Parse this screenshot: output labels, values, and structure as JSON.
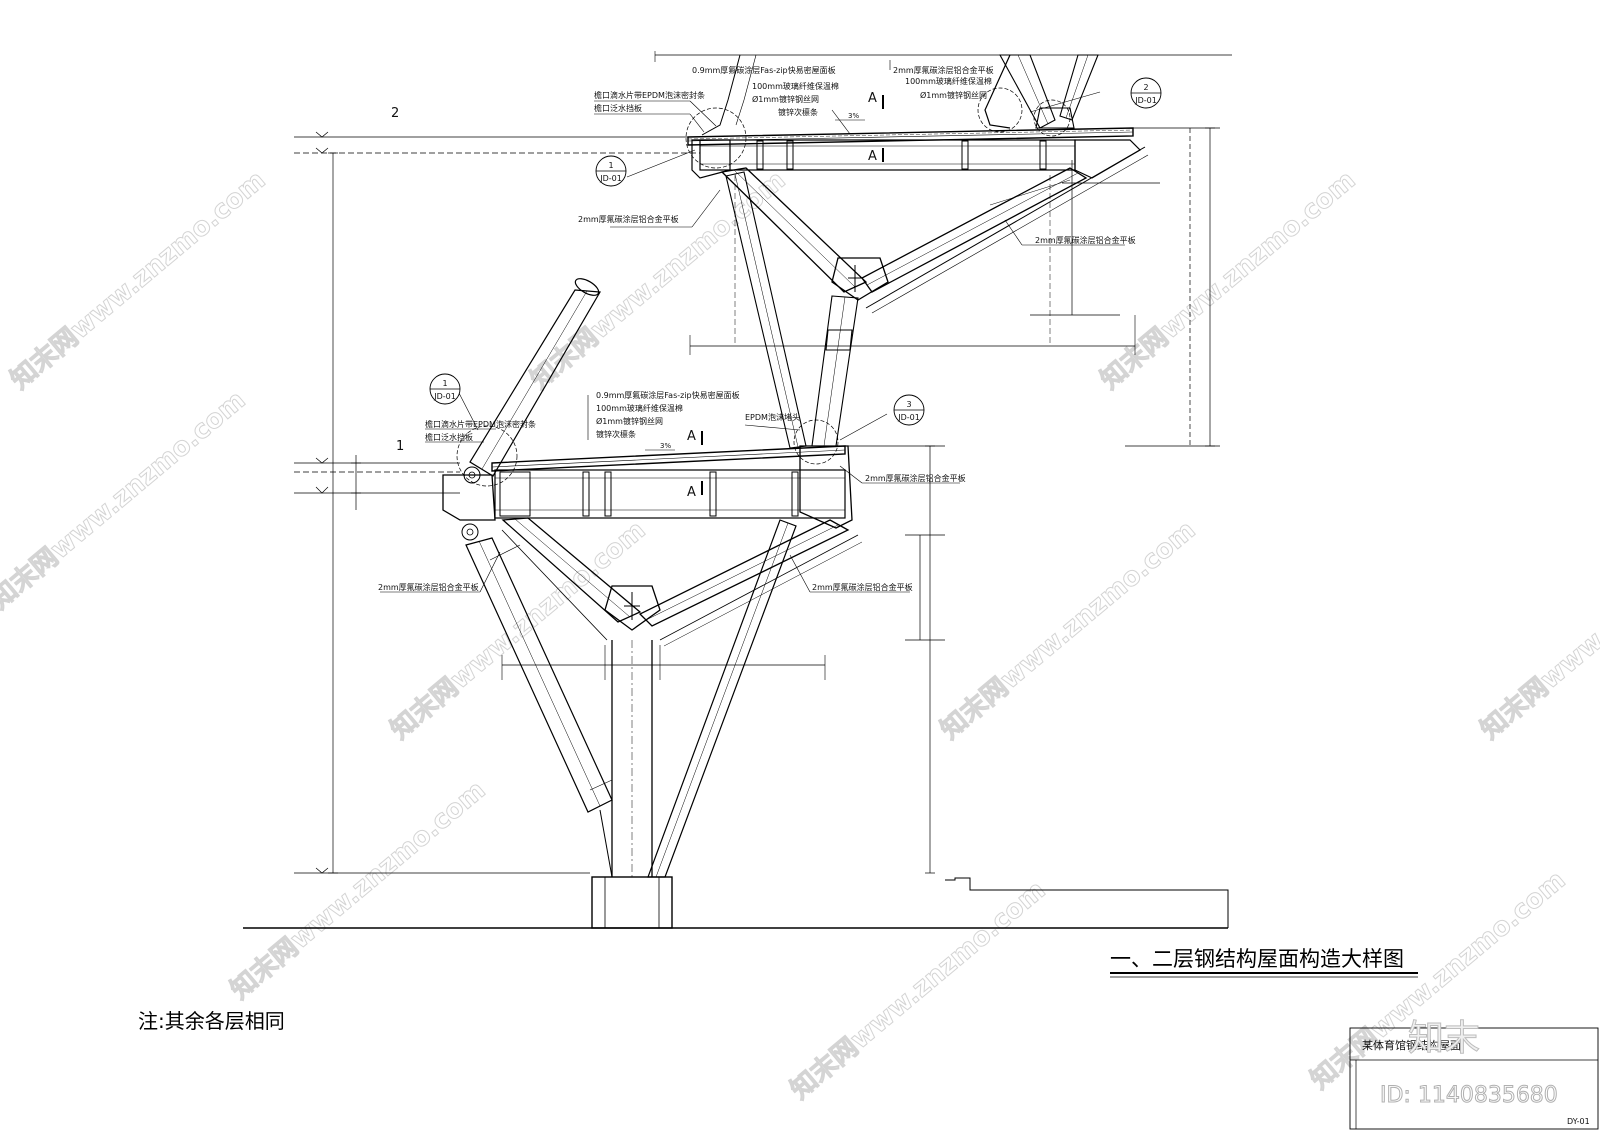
{
  "title": "一、二层钢结构屋面构造大样图",
  "note": "注:其余各层相同",
  "level_marks": {
    "upper": "2",
    "lower": "1"
  },
  "section_letter": "A",
  "slope": "3%",
  "upper_layers": [
    "0.9mm厚氟碳涂层Fas-zip快易密屋面板",
    "100mm玻璃纤维保温棉",
    "Ø1mm镀锌钢丝网",
    "镀锌次檩条"
  ],
  "upper_right_layers": [
    "2mm厚氟碳涂层铝合金平板",
    "100mm玻璃纤维保温棉",
    "Ø1mm镀锌钢丝网"
  ],
  "lower_layers": [
    "0.9mm厚氟碳涂层Fas-zip快易密屋面板",
    "100mm玻璃纤维保温棉",
    "Ø1mm镀锌钢丝网",
    "镀锌次檩条"
  ],
  "eave_labels": {
    "upper_seal": "檐口滴水片带EPDM泡沫密封条",
    "upper_flash": "檐口泛水挡板",
    "lower_seal": "檐口滴水片带EPDM泡沫密封条",
    "lower_flash": "檐口泛水挡板"
  },
  "epdm_label": "EPDM泡沫堵头",
  "panel_label": "2mm厚氟碳涂层铝合金平板",
  "detail_refs": {
    "upper_left": {
      "num": "1",
      "code": "JD-01"
    },
    "upper_right": {
      "num": "2",
      "code": "JD-01"
    },
    "lower_left": {
      "num": "1",
      "code": "JD-01"
    },
    "lower_right": {
      "num": "3",
      "code": "JD-01"
    }
  },
  "title_block": {
    "project": "某体育馆钢结构屋面",
    "sheet": "DY-01"
  },
  "watermark": {
    "text": "知末网www.znzmo.com",
    "brand": "知末",
    "id": "ID: 1140835680"
  }
}
